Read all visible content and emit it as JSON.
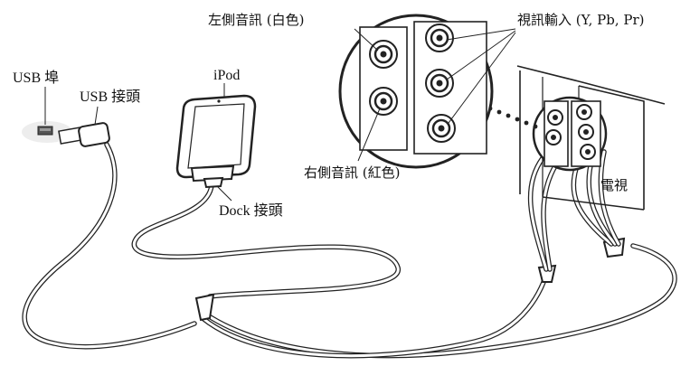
{
  "labels": {
    "usb_port": "USB 埠",
    "usb_connector": "USB 接頭",
    "ipod": "iPod",
    "dock_connector": "Dock 接頭",
    "left_audio": "左側音訊 (白色)",
    "right_audio": "右側音訊 (紅色)",
    "video_input": "視訊輸入 (Y, Pb, Pr)",
    "tv": "電視"
  }
}
